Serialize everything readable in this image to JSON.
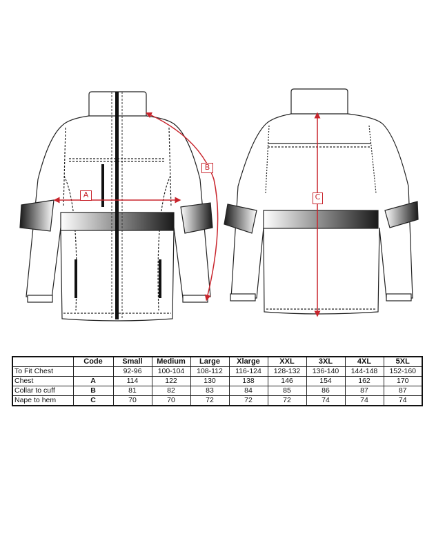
{
  "diagram": {
    "front_view": {
      "labels": [
        "A",
        "B"
      ]
    },
    "back_view": {
      "labels": [
        "C"
      ]
    },
    "accent_color": "#c8242c"
  },
  "size_table": {
    "headers": [
      "",
      "Code",
      "Small",
      "Medium",
      "Large",
      "Xlarge",
      "XXL",
      "3XL",
      "4XL",
      "5XL"
    ],
    "rows": [
      {
        "label": "To Fit Chest",
        "code": "",
        "values": [
          "92-96",
          "100-104",
          "108-112",
          "116-124",
          "128-132",
          "136-140",
          "144-148",
          "152-160"
        ]
      },
      {
        "label": "Chest",
        "code": "A",
        "values": [
          "114",
          "122",
          "130",
          "138",
          "146",
          "154",
          "162",
          "170"
        ]
      },
      {
        "label": "Collar to cuff",
        "code": "B",
        "values": [
          "81",
          "82",
          "83",
          "84",
          "85",
          "86",
          "87",
          "87"
        ]
      },
      {
        "label": "Nape to hem",
        "code": "C",
        "values": [
          "70",
          "70",
          "72",
          "72",
          "72",
          "74",
          "74",
          "74"
        ]
      }
    ]
  }
}
